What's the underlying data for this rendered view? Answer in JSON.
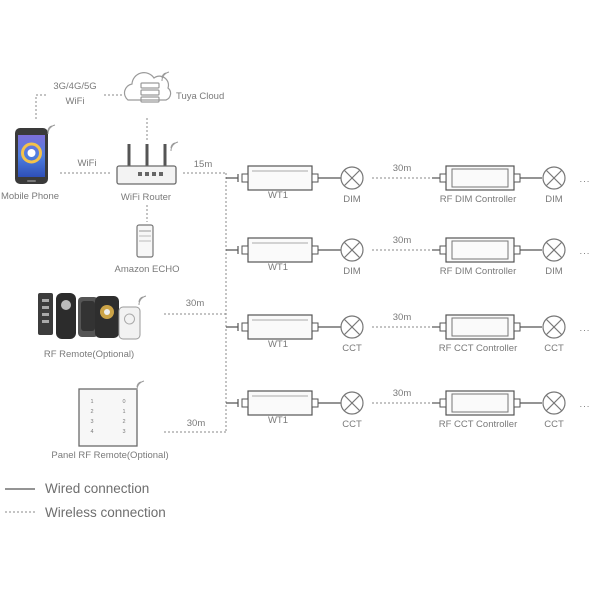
{
  "sources": {
    "phone": "Mobile Phone",
    "network": [
      "3G/4G/5G",
      "WiFi"
    ],
    "cloud": "Tuya Cloud",
    "wifi_link": "WiFi",
    "router": "WiFi Router",
    "router_distance": "15m",
    "echo": "Amazon ECHO",
    "rf_remote": "RF Remote(Optional)",
    "rf_distance": "30m",
    "panel_remote": "Panel RF Remote(Optional)",
    "panel_distance": "30m",
    "panel_keys_left": [
      "1",
      "2",
      "3",
      "4"
    ],
    "panel_keys_right": [
      "0",
      "1",
      "2",
      "3"
    ]
  },
  "rows": [
    {
      "module": "WT1",
      "lamp": "DIM",
      "distance": "30m",
      "controller": "RF DIM Controller",
      "lamp2": "DIM",
      "more": "..."
    },
    {
      "module": "WT1",
      "lamp": "DIM",
      "distance": "30m",
      "controller": "RF DIM Controller",
      "lamp2": "DIM",
      "more": "..."
    },
    {
      "module": "WT1",
      "lamp": "CCT",
      "distance": "30m",
      "controller": "RF CCT Controller",
      "lamp2": "CCT",
      "more": "..."
    },
    {
      "module": "WT1",
      "lamp": "CCT",
      "distance": "30m",
      "controller": "RF CCT Controller",
      "lamp2": "CCT",
      "more": "..."
    }
  ],
  "legend": {
    "wired": "Wired connection",
    "wireless": "Wireless connection"
  },
  "colors": {
    "line": "#6d6d6d",
    "text": "#7a7a7a"
  }
}
